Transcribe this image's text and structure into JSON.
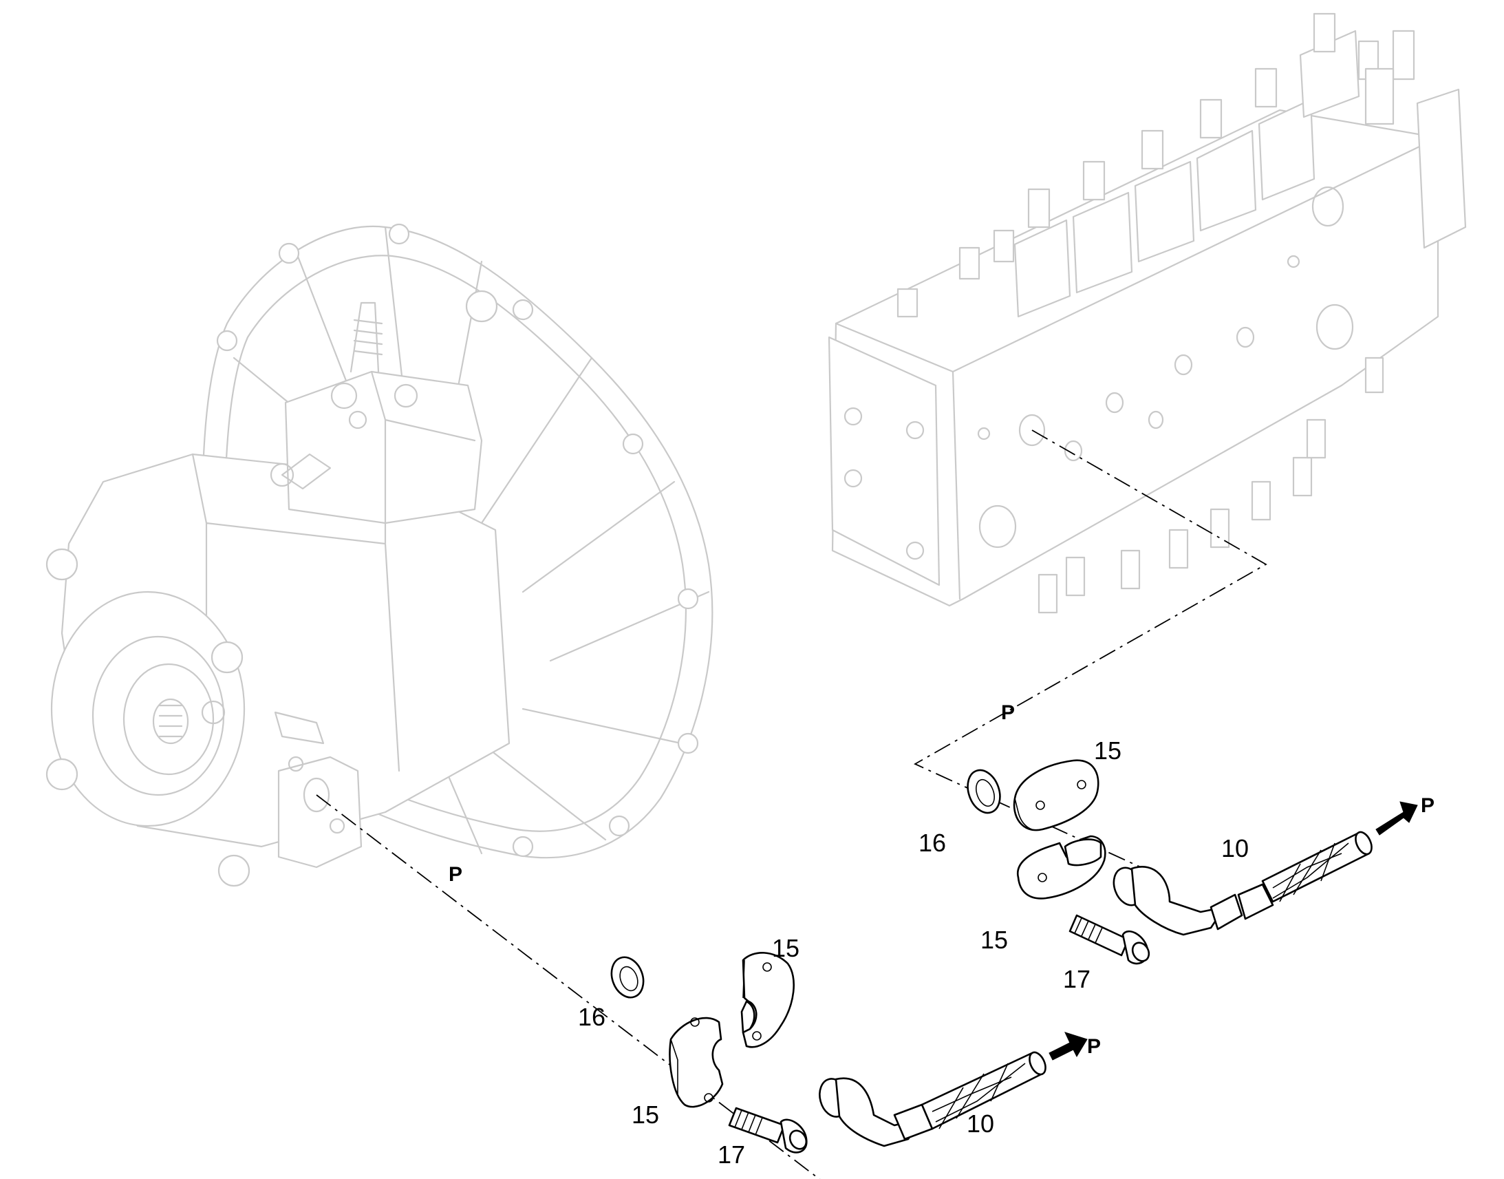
{
  "labels": {
    "p_valve_line": "P",
    "p_pump_line": "P",
    "p_arrow_right": "P",
    "p_arrow_lower": "P",
    "c15_right_upper": "15",
    "c16_right": "16",
    "c10_right": "10",
    "c15_right_lower": "15",
    "c17_right": "17",
    "c15_lower_upper": "15",
    "c16_lower": "16",
    "c15_lower_lower": "15",
    "c10_lower": "10",
    "c17_lower": "17"
  },
  "icons": [
    "flow-arrow-icon",
    "flow-arrow-icon"
  ],
  "colors": {
    "part_stroke": "#000000",
    "ghost_stroke": "#c9c9c9",
    "background": "#ffffff"
  }
}
